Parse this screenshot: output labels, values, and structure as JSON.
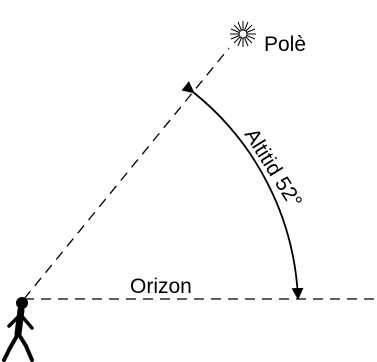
{
  "diagram": {
    "star_label": "Polè",
    "horizon_label": "Orizon",
    "angle_label": "Altitid 52°",
    "angle_value_deg": 52,
    "icons": {
      "star": "star-burst-icon",
      "observer": "walking-person-icon"
    },
    "colors": {
      "line": "#000000",
      "background": "#ffffff"
    }
  }
}
